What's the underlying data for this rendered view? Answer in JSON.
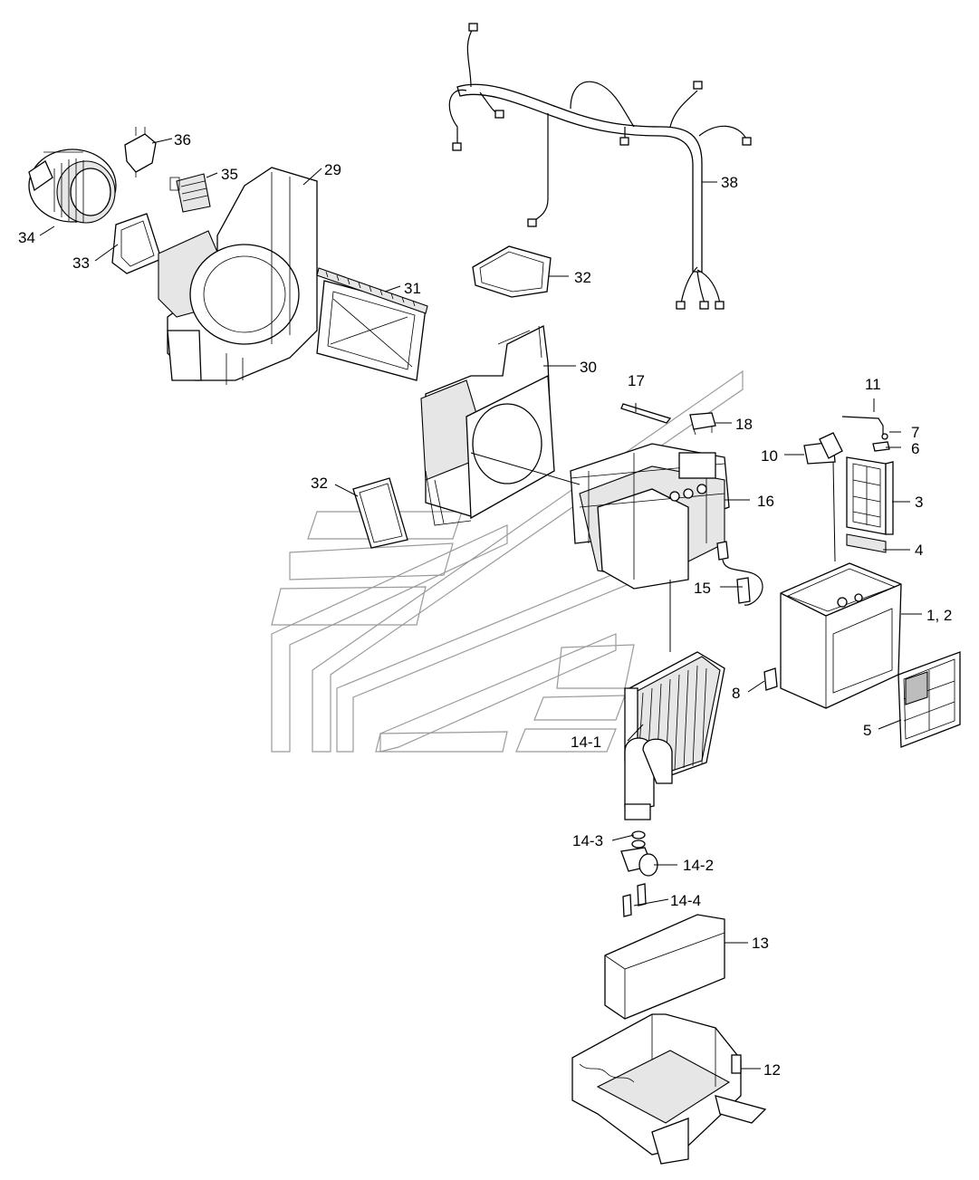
{
  "diagram": {
    "callouts": [
      {
        "id": "c36",
        "label": "36"
      },
      {
        "id": "c35",
        "label": "35"
      },
      {
        "id": "c29",
        "label": "29"
      },
      {
        "id": "c34",
        "label": "34"
      },
      {
        "id": "c33",
        "label": "33"
      },
      {
        "id": "c31",
        "label": "31"
      },
      {
        "id": "c38",
        "label": "38"
      },
      {
        "id": "c32a",
        "label": "32"
      },
      {
        "id": "c30",
        "label": "30"
      },
      {
        "id": "c17",
        "label": "17"
      },
      {
        "id": "c18",
        "label": "18"
      },
      {
        "id": "c11",
        "label": "11"
      },
      {
        "id": "c7",
        "label": "7"
      },
      {
        "id": "c6",
        "label": "6"
      },
      {
        "id": "c10",
        "label": "10"
      },
      {
        "id": "c32b",
        "label": "32"
      },
      {
        "id": "c16",
        "label": "16"
      },
      {
        "id": "c3",
        "label": "3"
      },
      {
        "id": "c4",
        "label": "4"
      },
      {
        "id": "c15",
        "label": "15"
      },
      {
        "id": "c12c",
        "label": "1, 2"
      },
      {
        "id": "c8",
        "label": "8"
      },
      {
        "id": "c5",
        "label": "5"
      },
      {
        "id": "c14_1",
        "label": "14-1"
      },
      {
        "id": "c14_3",
        "label": "14-3"
      },
      {
        "id": "c14_2",
        "label": "14-2"
      },
      {
        "id": "c14_4",
        "label": "14-4"
      },
      {
        "id": "c13",
        "label": "13"
      },
      {
        "id": "c12",
        "label": "12"
      }
    ]
  }
}
